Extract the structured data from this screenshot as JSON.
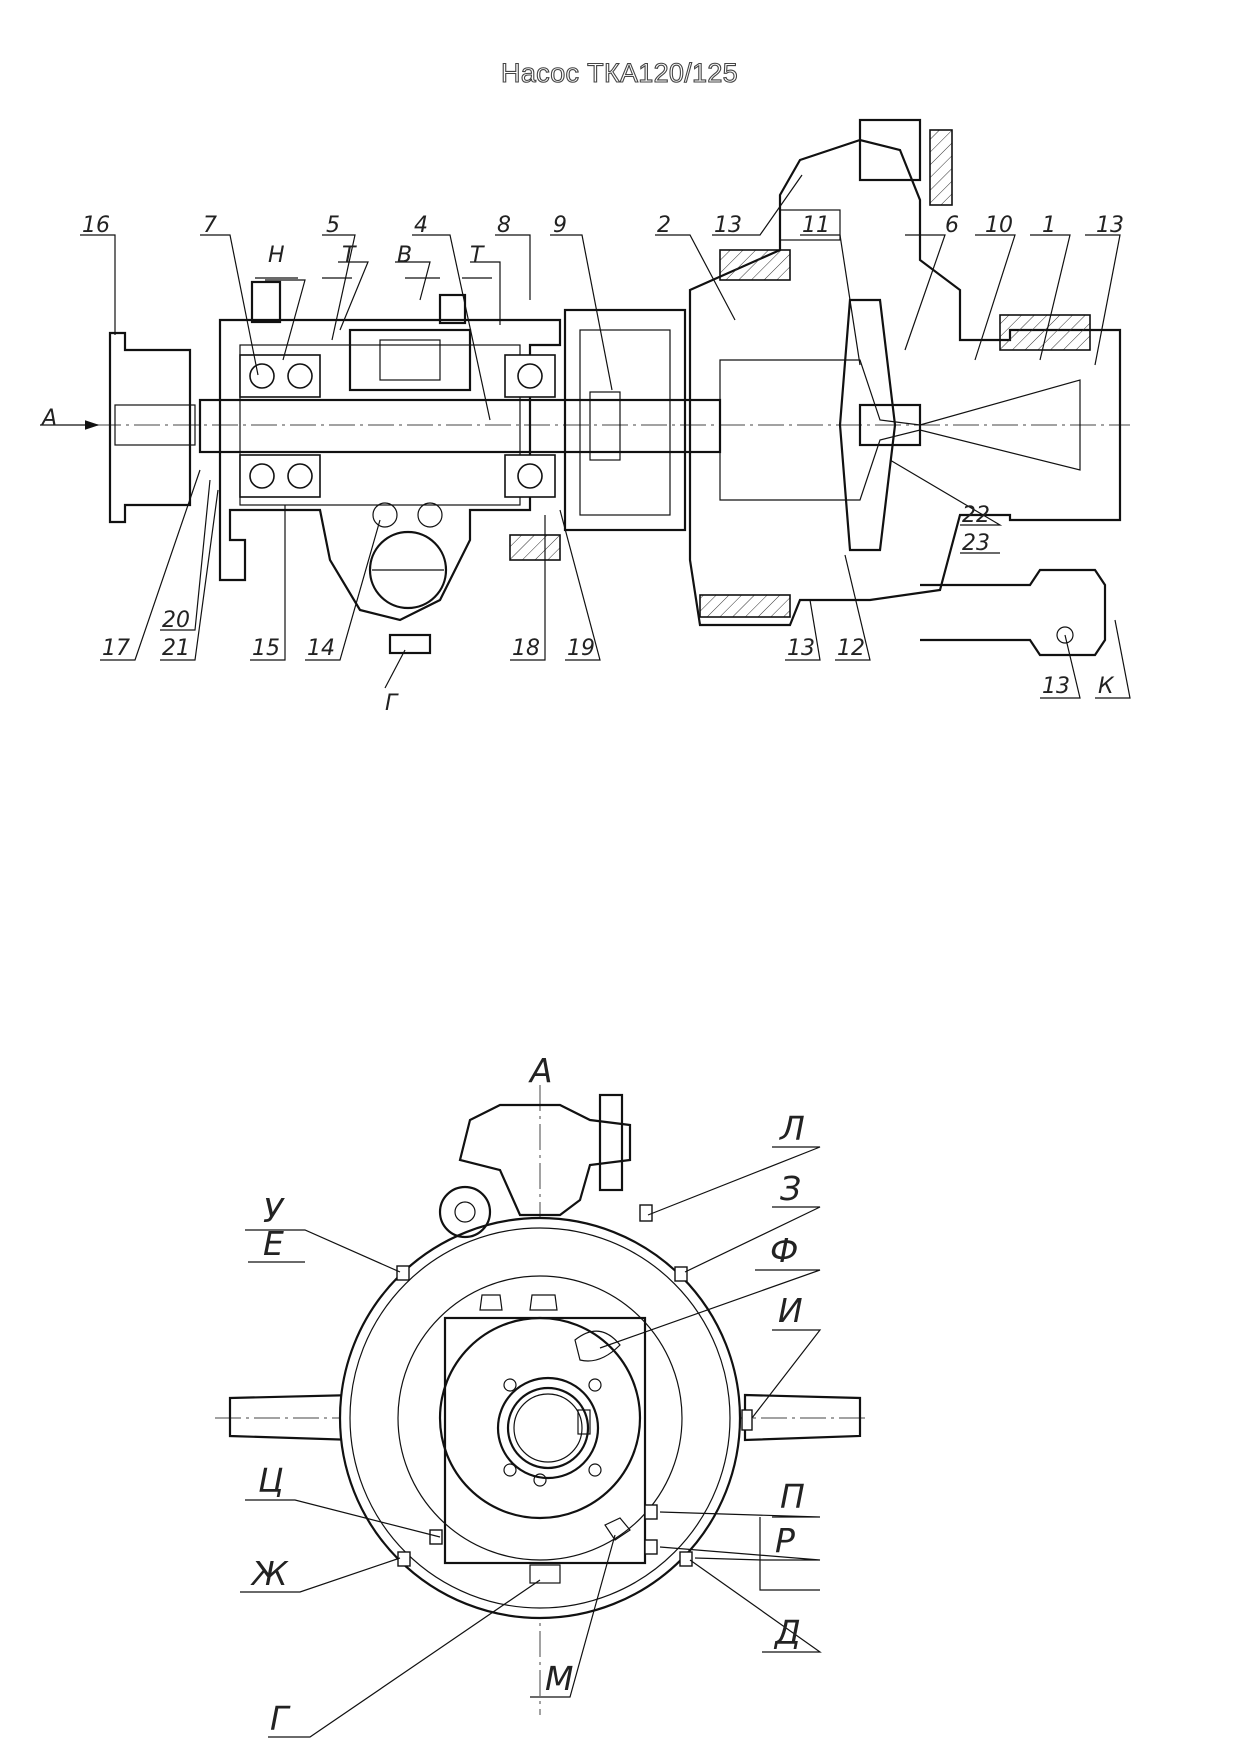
{
  "title": "Насос ТКА120/125",
  "section_view": {
    "view_arrow": "A",
    "part_labels": [
      "16",
      "7",
      "5",
      "4",
      "8",
      "9",
      "2",
      "13",
      "11",
      "6",
      "10",
      "1",
      "13",
      "17",
      "20",
      "21",
      "15",
      "14",
      "18",
      "19",
      "13",
      "12",
      "13",
      "22",
      "23"
    ],
    "zone_labels": [
      "Н",
      "Т",
      "В",
      "Т",
      "Г",
      "К"
    ]
  },
  "end_view": {
    "view_title": "А",
    "labels": [
      "У",
      "Е",
      "Л",
      "З",
      "Ф",
      "И",
      "Ц",
      "Ж",
      "П",
      "Р",
      "Д",
      "М",
      "Г"
    ]
  }
}
